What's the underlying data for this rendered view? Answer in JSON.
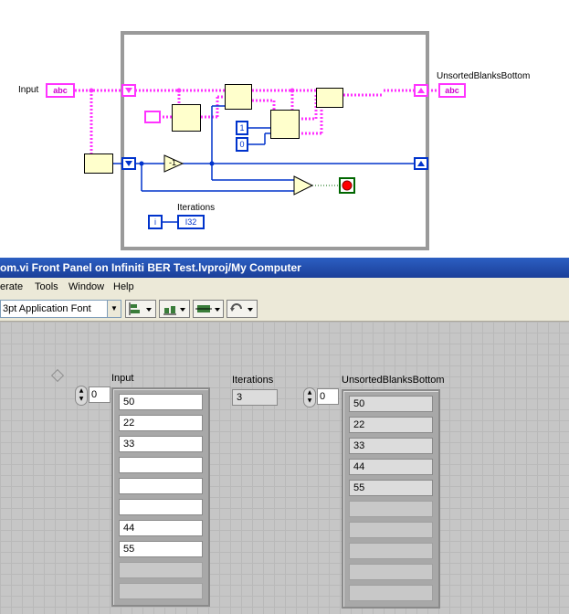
{
  "block_diagram": {
    "input_label": "Input",
    "output_label": "UnsortedBlanksBottom",
    "iterations_label": "Iterations",
    "string_terminal": "abc",
    "iteration_terminal": "i",
    "i32_terminal": "I32",
    "const_one": "1",
    "const_zero": "0",
    "decrement": "-1"
  },
  "window": {
    "title": "om.vi Front Panel on Infiniti BER Test.lvproj/My Computer"
  },
  "menu": [
    "erate",
    "Tools",
    "Window",
    "Help"
  ],
  "toolbar": {
    "font": "3pt Application Font"
  },
  "front_panel": {
    "input": {
      "label": "Input",
      "index": "0",
      "values": [
        "50",
        "22",
        "33",
        "",
        "",
        "",
        "44",
        "55",
        "",
        ""
      ]
    },
    "iterations": {
      "label": "Iterations",
      "value": "3"
    },
    "output": {
      "label": "UnsortedBlanksBottom",
      "index": "0",
      "values": [
        "50",
        "22",
        "33",
        "44",
        "55",
        "",
        "",
        "",
        "",
        ""
      ]
    }
  }
}
